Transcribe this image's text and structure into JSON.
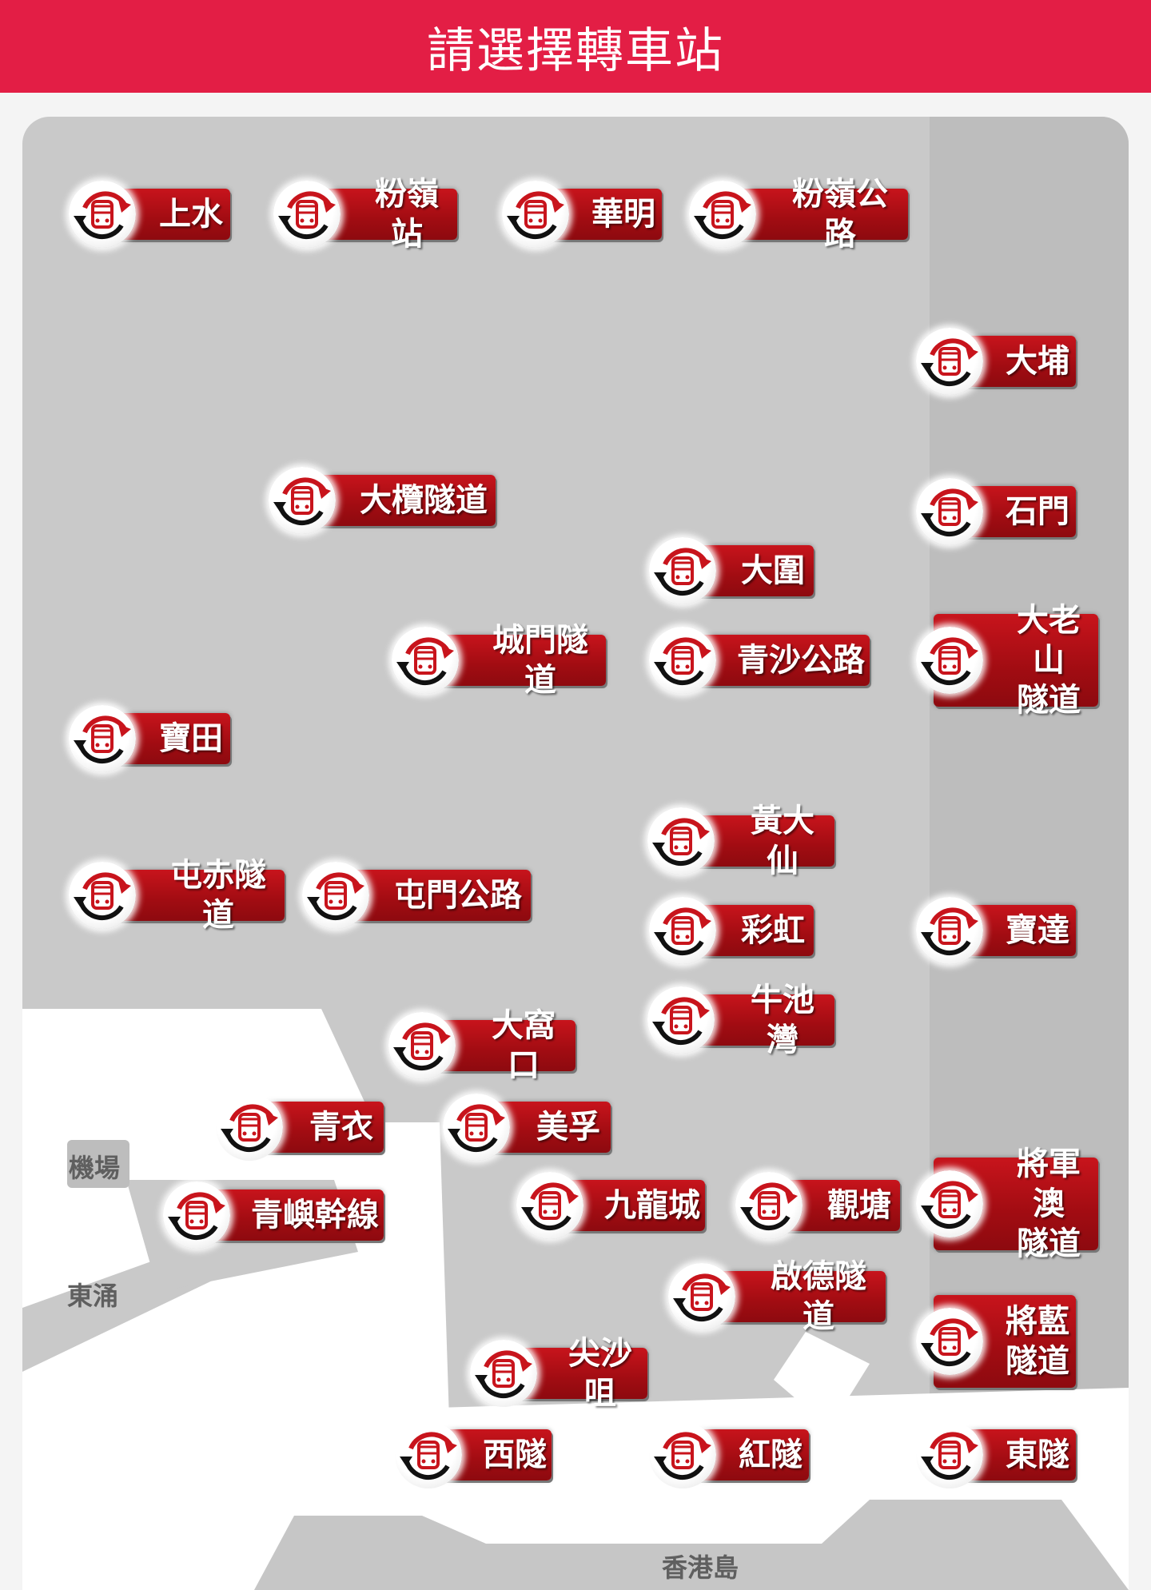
{
  "header": {
    "title": "請選擇轉車站"
  },
  "map": {
    "labels": {
      "airport": "機場",
      "tung_chung": "東涌",
      "hk_island": "香港島"
    }
  },
  "stations": [
    {
      "label": "上水"
    },
    {
      "label": "粉嶺站"
    },
    {
      "label": "華明"
    },
    {
      "label": "粉嶺公路"
    },
    {
      "label": "大埔"
    },
    {
      "label": "大欖隧道"
    },
    {
      "label": "石門"
    },
    {
      "label": "大圍"
    },
    {
      "label": "城門隧道"
    },
    {
      "label": "青沙公路"
    },
    {
      "label": "大老山\n隧道"
    },
    {
      "label": "寶田"
    },
    {
      "label": "黃大仙"
    },
    {
      "label": "屯赤隧道"
    },
    {
      "label": "屯門公路"
    },
    {
      "label": "彩虹"
    },
    {
      "label": "寶達"
    },
    {
      "label": "牛池灣"
    },
    {
      "label": "大窩口"
    },
    {
      "label": "青衣"
    },
    {
      "label": "美孚"
    },
    {
      "label": "青嶼幹線"
    },
    {
      "label": "九龍城"
    },
    {
      "label": "觀塘"
    },
    {
      "label": "將軍澳\n隧道"
    },
    {
      "label": "啟德隧道"
    },
    {
      "label": "將藍\n隧道"
    },
    {
      "label": "尖沙咀"
    },
    {
      "label": "西隧"
    },
    {
      "label": "紅隧"
    },
    {
      "label": "東隧"
    }
  ],
  "icons": {
    "station": "bus-interchange-icon"
  },
  "colors": {
    "header": "#e31e45",
    "station": "#b0101a"
  }
}
